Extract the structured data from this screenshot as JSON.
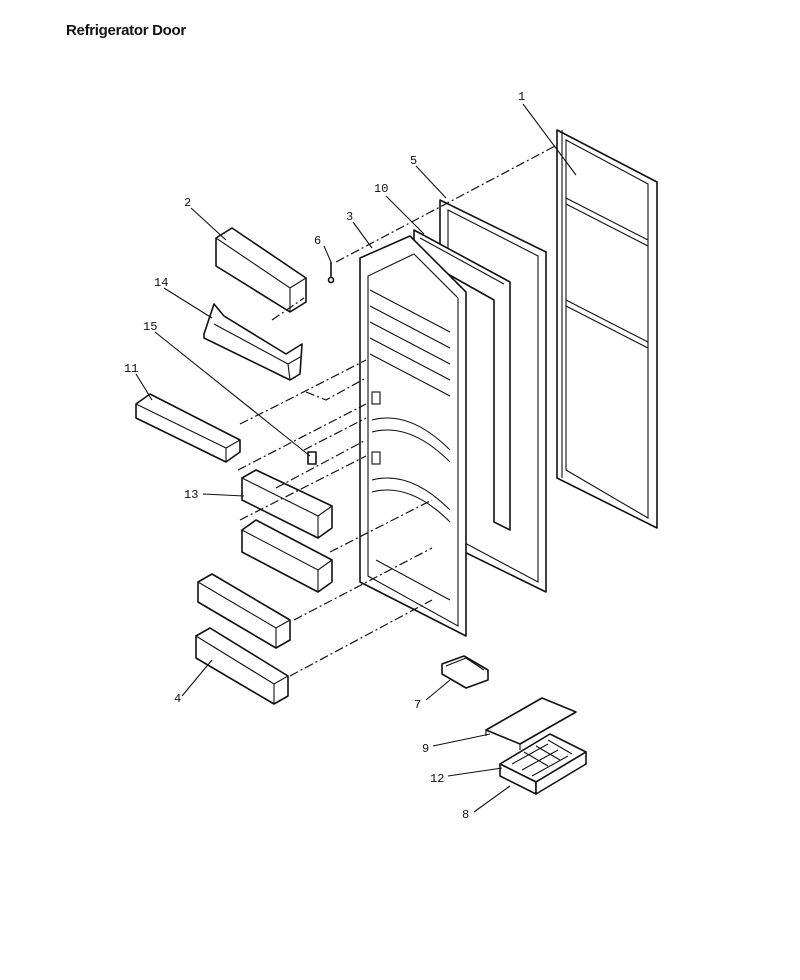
{
  "title": "Refrigerator Door",
  "callouts": [
    {
      "id": "1",
      "text": "1"
    },
    {
      "id": "2",
      "text": "2"
    },
    {
      "id": "3",
      "text": "3"
    },
    {
      "id": "4",
      "text": "4"
    },
    {
      "id": "5",
      "text": "5"
    },
    {
      "id": "6",
      "text": "6"
    },
    {
      "id": "7",
      "text": "7"
    },
    {
      "id": "8",
      "text": "8"
    },
    {
      "id": "9",
      "text": "9"
    },
    {
      "id": "10",
      "text": "10"
    },
    {
      "id": "11",
      "text": "11"
    },
    {
      "id": "12",
      "text": "12"
    },
    {
      "id": "13",
      "text": "13"
    },
    {
      "id": "14",
      "text": "14"
    },
    {
      "id": "15",
      "text": "15"
    }
  ]
}
